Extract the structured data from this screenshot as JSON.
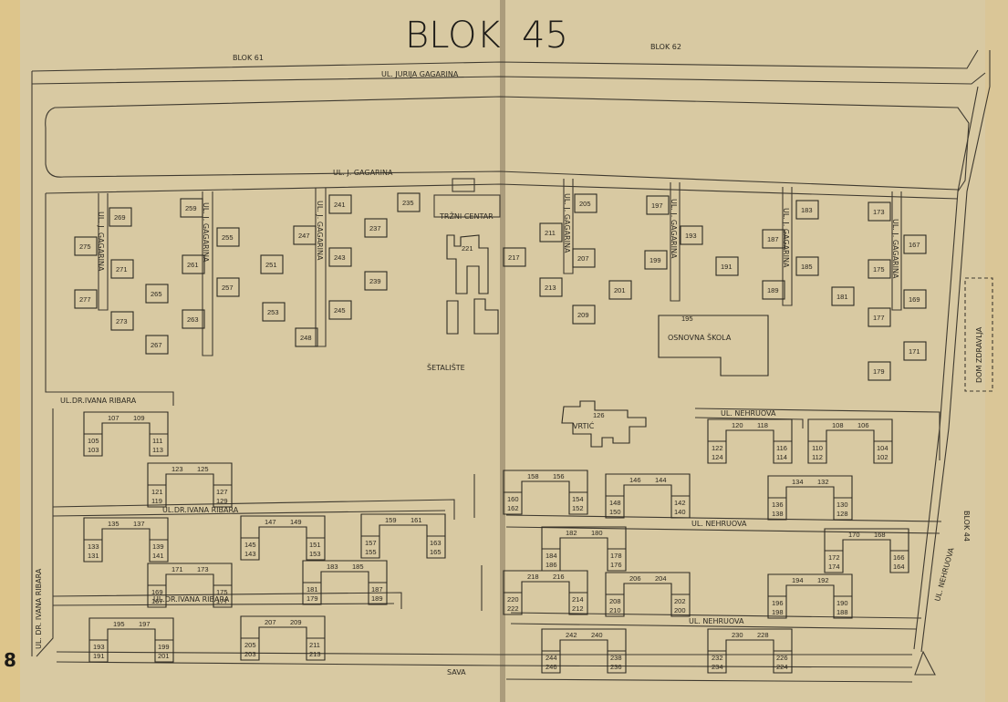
{
  "title": {
    "blok": "BLOK",
    "number": "45"
  },
  "page_number": "8",
  "neighbours": {
    "blok61": "BLOK 61",
    "blok62": "BLOK 62",
    "blok44": "BLOK 44",
    "sava": "SAVA"
  },
  "streets": {
    "jurija_gagarina": "UL. JURIJA GAGARINA",
    "j_gagarina_h": "UL. J. GAGARINA",
    "j_gagarina_v": "UL. J. GAGARINA",
    "ivana_ribara_1": "UL.DR.IVANA RIBARA",
    "ivana_ribara_2": "UL.DR.IVANA RIBARA",
    "ivana_ribara_3": "UL.DR.IVANA RIBARA",
    "ivana_ribara_v": "UL. DR. IVANA RIBARA",
    "nehruova_1": "UL. NEHRUOVA",
    "nehruova_2": "UL. NEHRUOVA",
    "nehruova_3": "UL. NEHRUOVA",
    "nehruova_v": "UL. NEHRUOVA"
  },
  "places": {
    "trzni_centar": "TRŽNI CENTAR",
    "setaliste": "ŠETALIŠTE",
    "osnovna_skola": "OSNOVNA ŠKOLA",
    "skola_number": "195",
    "vrtic": "VRTIĆ",
    "vrtic_number": "126",
    "dom_zdravlja": "DOM ZDRAVLJA",
    "centar_number": "221"
  },
  "towers_left": [
    "269",
    "259",
    "275",
    "271",
    "255",
    "261",
    "277",
    "265",
    "257",
    "273",
    "263",
    "267",
    "251",
    "253",
    "247",
    "241",
    "235",
    "237",
    "243",
    "239",
    "245",
    "248"
  ],
  "towers_right": [
    "205",
    "211",
    "217",
    "207",
    "213",
    "209",
    "201",
    "197",
    "193",
    "199",
    "191",
    "195",
    "183",
    "173",
    "187",
    "167",
    "185",
    "175",
    "189",
    "181",
    "169",
    "177",
    "171",
    "179"
  ],
  "slabs_left": [
    [
      "107",
      "109",
      "105",
      "103",
      "111",
      "113"
    ],
    [
      "123",
      "125",
      "121",
      "119",
      "127",
      "129"
    ],
    [
      "135",
      "137",
      "133",
      "131",
      "139",
      "141"
    ],
    [
      "147",
      "149",
      "145",
      "143",
      "151",
      "153"
    ],
    [
      "159",
      "161",
      "157",
      "155",
      "163",
      "165"
    ],
    [
      "171",
      "173",
      "169",
      "167",
      "175",
      "177"
    ],
    [
      "183",
      "185",
      "181",
      "179",
      "187",
      "189"
    ],
    [
      "195",
      "197",
      "193",
      "191",
      "199",
      "201"
    ],
    [
      "207",
      "209",
      "205",
      "203",
      "211",
      "213"
    ]
  ],
  "slabs_right": [
    [
      "120",
      "118",
      "122",
      "124",
      "116",
      "114"
    ],
    [
      "108",
      "106",
      "110",
      "112",
      "104",
      "102"
    ],
    [
      "158",
      "156",
      "160",
      "162",
      "154",
      "152"
    ],
    [
      "146",
      "144",
      "148",
      "150",
      "142",
      "140"
    ],
    [
      "134",
      "132",
      "136",
      "138",
      "130",
      "128"
    ],
    [
      "182",
      "180",
      "184",
      "186",
      "178",
      "176"
    ],
    [
      "170",
      "168",
      "172",
      "174",
      "166",
      "164"
    ],
    [
      "218",
      "216",
      "220",
      "222",
      "214",
      "212"
    ],
    [
      "206",
      "204",
      "208",
      "210",
      "202",
      "200"
    ],
    [
      "194",
      "192",
      "196",
      "198",
      "190",
      "188"
    ],
    [
      "242",
      "240",
      "244",
      "246",
      "238",
      "236"
    ],
    [
      "230",
      "228",
      "232",
      "234",
      "226",
      "224"
    ]
  ],
  "colors": {
    "paper": "#d8c9a2",
    "ink": "#2f2b22"
  }
}
